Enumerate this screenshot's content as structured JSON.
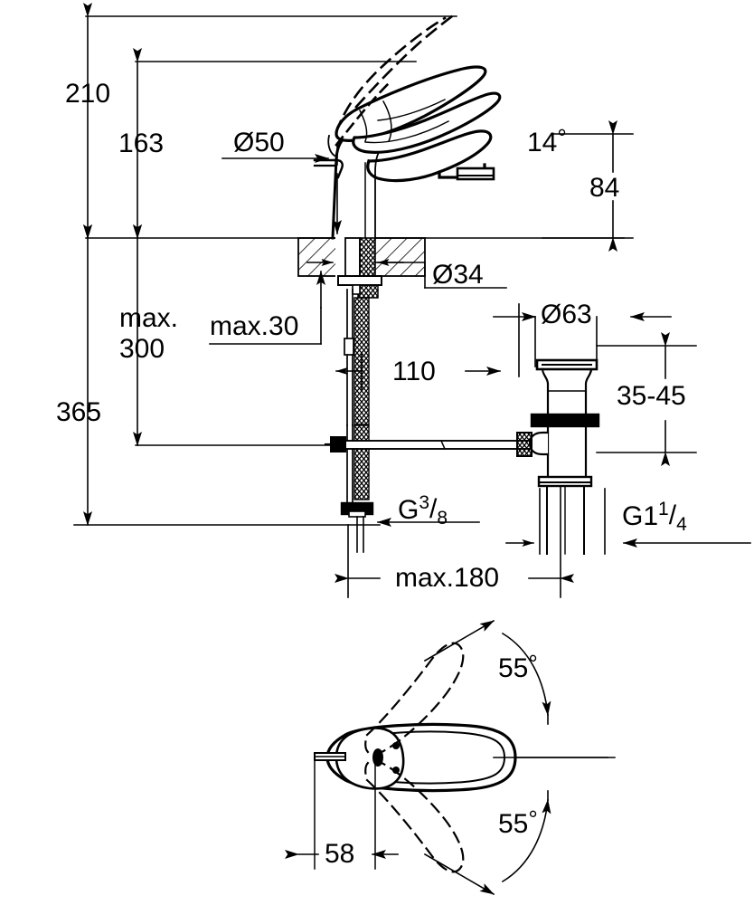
{
  "drawing": {
    "title": "Single-lever basin mixer dimensional drawing",
    "units": "mm",
    "line_color": "#000000",
    "background": "#ffffff",
    "views": [
      {
        "name": "side-elevation",
        "description": "Faucet side view with pop-up waste"
      },
      {
        "name": "plan-view",
        "description": "Top view showing spout swivel range"
      }
    ]
  },
  "dimensions": {
    "overall_height": "210",
    "spout_height": "163",
    "handle_ring_dia": "Ø50",
    "lever_angle": "14",
    "lever_angle_unit": "°",
    "spout_reach_to_outlet": "84",
    "shank_dia": "Ø34",
    "max_deck_thickness_word": "max.30",
    "max_hose_word": "max.",
    "max_hose_value": "300",
    "total_depth": "365",
    "waste_offset": "110",
    "flange_dia": "Ø63",
    "basin_thickness_range": "35-45",
    "supply_thread_letter": "G",
    "supply_thread_num": "3",
    "supply_thread_slash": "/",
    "supply_thread_den": "8",
    "waste_thread_letter": "G1",
    "waste_thread_num": "1",
    "waste_thread_slash": "/",
    "waste_thread_den": "4",
    "max_supply_spread": "max.180",
    "swivel_upper": "55",
    "swivel_lower": "55",
    "swivel_unit": "°",
    "handle_offset": "58"
  }
}
